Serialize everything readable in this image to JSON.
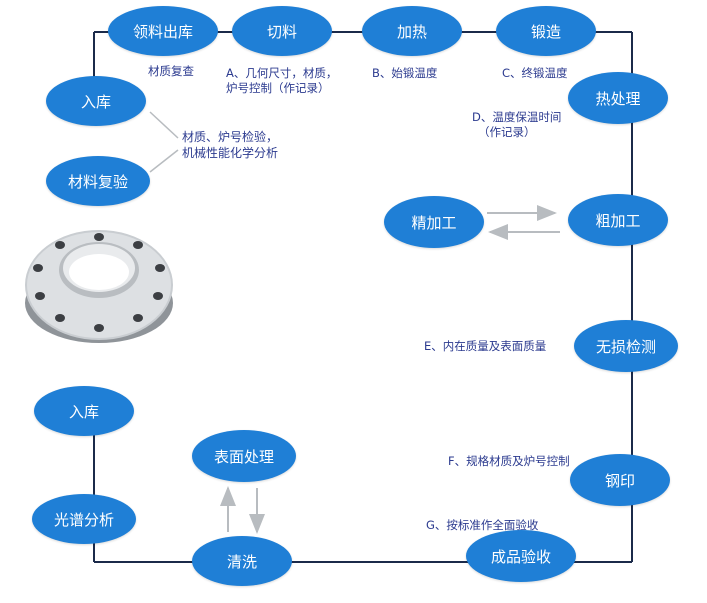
{
  "colors": {
    "node_fill": "#1f7fd6",
    "node_text": "#ffffff",
    "frame_line": "#1b2a4a",
    "note_text": "#2b3a8f",
    "arrow_gray": "#b8bcc0"
  },
  "nodes": {
    "lingliao_chuku": "领料出库",
    "qieliao": "切料",
    "jiare": "加热",
    "duanzao": "锻造",
    "ruku_top": "入库",
    "cailiao_fuyan": "材料复验",
    "rechuli": "热处理",
    "jingjiagong": "精加工",
    "cujiagong": "粗加工",
    "wusun_jiance": "无损检测",
    "ruku_bottom": "入库",
    "biaomian_chuli": "表面处理",
    "guangpu_fenxi": "光谱分析",
    "qingxi": "清洗",
    "gangyin": "钢印",
    "chengpin_yanshou": "成品验收"
  },
  "notes": {
    "caizhi_fucha": "材质复查",
    "a_line1": "A、几何尺寸，材质，",
    "a_line2": "炉号控制（作记录）",
    "b": "B、始锻温度",
    "c": "C、终锻温度",
    "d_line1": "D、温度保温时间",
    "d_line2": "（作记录）",
    "fuyan_line1": "材质、炉号检验，",
    "fuyan_line2": "机械性能化学分析",
    "e": "E、内在质量及表面质量",
    "f": "F、规格材质及炉号控制",
    "g": "G、按标准作全面验收"
  },
  "image": {
    "icon": "flange-photo"
  }
}
